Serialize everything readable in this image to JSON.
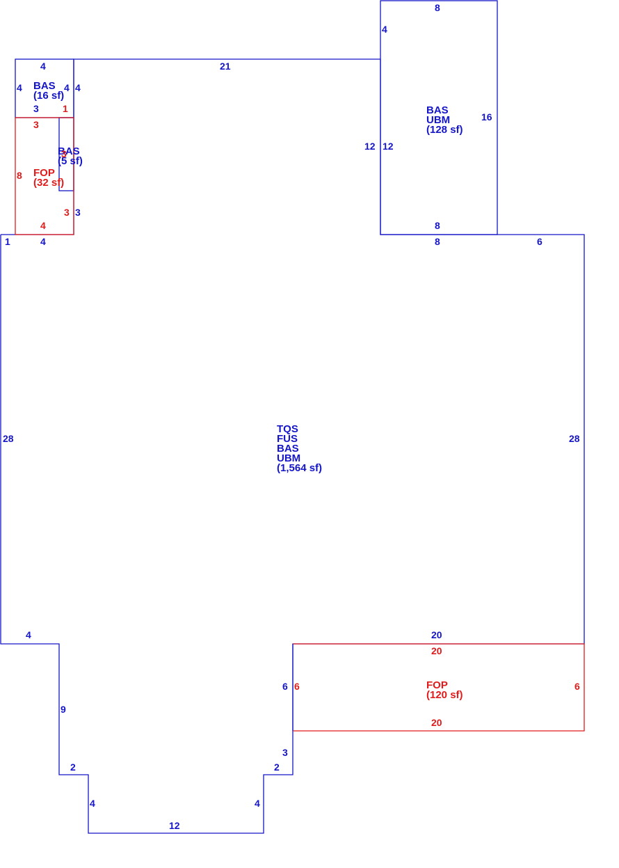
{
  "colors": {
    "blue": "#1515c8",
    "red": "#e01b1b"
  },
  "areas": {
    "main": {
      "lines": [
        "TQS",
        "FUS",
        "BAS",
        "UBM"
      ],
      "area": "(1,564 sf)"
    },
    "top_right": {
      "lines": [
        "BAS",
        "UBM"
      ],
      "area": "(128 sf)"
    },
    "small_bas": {
      "lines": [
        "BAS"
      ],
      "area": "(16 sf)"
    },
    "tiny_bas": {
      "lines": [
        "BAS"
      ],
      "area": "(5 sf)"
    },
    "left_fop": {
      "lines": [
        "FOP"
      ],
      "area": "(32 sf)"
    },
    "bottom_fop": {
      "lines": [
        "FOP"
      ],
      "area": "(120 sf)"
    }
  },
  "dimensions": {
    "main": {
      "top_left": "1",
      "top_stub": "4",
      "top_mid": "8",
      "top_right": "6",
      "left": "28",
      "right": "28",
      "ledge_left": "4",
      "drop_left": "9",
      "step_left": "2",
      "riser_left": "4",
      "bottom": "12",
      "riser_right": "4",
      "step_right": "2",
      "drop_right": "3",
      "porch_side": "6",
      "porch_top": "20"
    },
    "top_right": {
      "top": "8",
      "upper_left": "4",
      "inner_left": "12",
      "left": "12",
      "right": "16",
      "bottom": "8"
    },
    "small_bas": {
      "top": "4",
      "top_run": "21",
      "left": "4",
      "right_inner": "4",
      "right": "4",
      "bottom": "3"
    },
    "left_fop": {
      "top": "3",
      "top_right": "1",
      "left": "8",
      "right_lower": "3",
      "bottom": "4"
    },
    "tiny_bas": {
      "top": "3",
      "right_lower": "3"
    },
    "bottom_fop": {
      "top": "20",
      "left": "6",
      "right": "6",
      "bottom": "20"
    }
  }
}
